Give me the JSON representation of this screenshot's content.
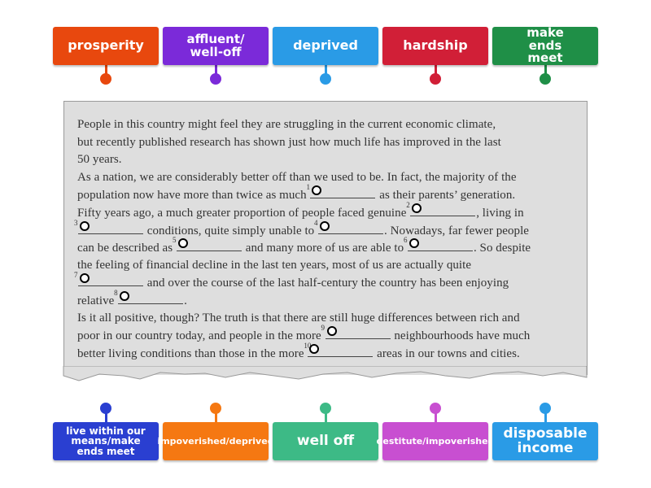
{
  "top_tiles": [
    {
      "label": "prosperity",
      "color": "#e8480e"
    },
    {
      "label": "affluent/ well-off",
      "color": "#7b2ad9"
    },
    {
      "label": "deprived",
      "color": "#2a9be6"
    },
    {
      "label": "hardship",
      "color": "#d11f37"
    },
    {
      "label": "make ends meet",
      "color": "#1f8f47"
    }
  ],
  "bottom_tiles": [
    {
      "label": "live within our means/make ends meet",
      "color": "#2a3fd1"
    },
    {
      "label": "impoverished/deprived",
      "color": "#f57812"
    },
    {
      "label": "well off",
      "color": "#3dba86"
    },
    {
      "label": "destitute/impoverished",
      "color": "#c84fd1"
    },
    {
      "label": "disposable income",
      "color": "#2a9be6"
    }
  ],
  "text_lines": [
    [
      "People in this country might feel they are struggling in the current economic climate,"
    ],
    [
      "but recently published research has shown just how much life has improved in the last"
    ],
    [
      "50 years."
    ],
    [
      "As a nation, we are considerably better off than we used to be. In fact, the majority of the"
    ],
    [
      "population now have more than twice as much ",
      {
        "n": "1"
      },
      " as their parents’ generation."
    ],
    [
      "Fifty years ago, a much greater proportion of people faced genuine ",
      {
        "n": "2"
      },
      ", living in"
    ],
    [
      {
        "n": "3"
      },
      " conditions, quite simply unable to ",
      {
        "n": "4"
      },
      ". Nowadays, far fewer people"
    ],
    [
      "can be described as ",
      {
        "n": "5"
      },
      " and many more of us are able to ",
      {
        "n": "6"
      },
      ". So despite"
    ],
    [
      "the feeling of financial decline in the last ten years, most of us are actually quite"
    ],
    [
      {
        "n": "7"
      },
      " and over the course of the last half-century the country has been enjoying"
    ],
    [
      "relative ",
      {
        "n": "8"
      },
      "."
    ],
    [
      "Is it all positive, though? The truth is that there are still huge differences between rich and"
    ],
    [
      "poor in our country today, and people in the more ",
      {
        "n": "9"
      },
      " neighbourhoods have much"
    ],
    [
      "better living conditions than those in the more ",
      {
        "n": "10"
      },
      " areas in our towns and cities."
    ]
  ]
}
